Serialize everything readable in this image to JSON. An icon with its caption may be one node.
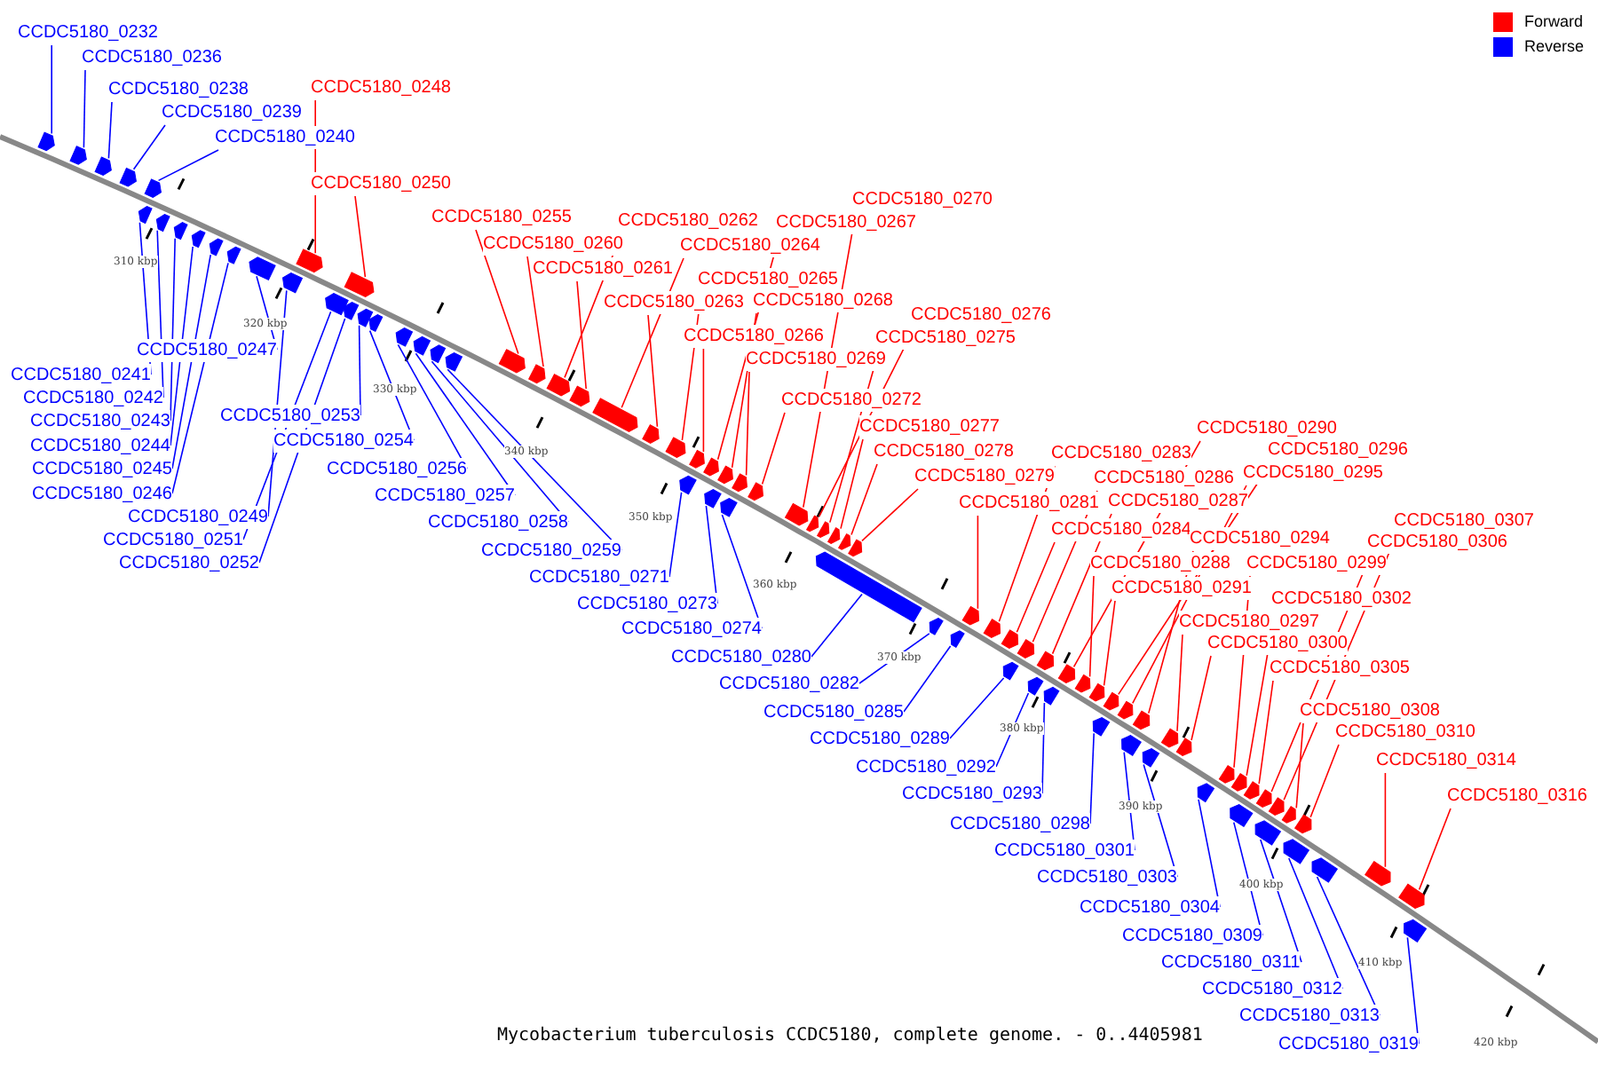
{
  "diagram": {
    "caption": "Mycobacterium tuberculosis CCDC5180, complete genome. - 0..4405981",
    "nodes": [
      {
        "text": [
          "CCDC5180_0232"
        ]
      },
      {
        "text": [
          "CCDC5180_0236"
        ]
      },
      {
        "text": [
          "CCDC5180_0238"
        ]
      },
      {
        "text": [
          "CCDC5180_0239"
        ]
      },
      {
        "text": [
          "CCDC5180_0240"
        ]
      },
      {
        "text": [
          "CCDC5180_0248"
        ]
      },
      {
        "text": [
          "CCDC5180_0250"
        ]
      },
      {
        "text": [
          "CCDC5180_0255"
        ]
      },
      {
        "text": [
          "CCDC5180_0260"
        ]
      },
      {
        "text": [
          "CCDC5180_0261"
        ]
      },
      {
        "text": [
          "CCDC5180_0262"
        ]
      },
      {
        "text": [
          "CCDC5180_0264"
        ]
      },
      {
        "text": [
          "CCDC5180_0263"
        ]
      },
      {
        "text": [
          "CCDC5180_0265"
        ]
      },
      {
        "text": [
          "CCDC5180_0266"
        ]
      },
      {
        "text": [
          "CCDC5180_0267"
        ]
      },
      {
        "text": [
          "CCDC5180_0268"
        ]
      },
      {
        "text": [
          "CCDC5180_0269"
        ]
      },
      {
        "text": [
          "CCDC5180_0270"
        ]
      },
      {
        "text": [
          "CCDC5180_0272"
        ]
      },
      {
        "text": [
          "CCDC5180_0276"
        ]
      },
      {
        "text": [
          "CCDC5180_0275"
        ]
      },
      {
        "text": [
          "CCDC5180_0277"
        ]
      },
      {
        "text": [
          "CCDC5180_0278"
        ]
      },
      {
        "text": [
          "CCDC5180_0279"
        ]
      },
      {
        "text": [
          "CCDC5180_0281"
        ]
      },
      {
        "text": [
          "CCDC5180_0283"
        ]
      },
      {
        "text": [
          "CCDC5180_0284"
        ]
      },
      {
        "text": [
          "CCDC5180_0286"
        ]
      },
      {
        "text": [
          "CCDC5180_0287"
        ]
      },
      {
        "text": [
          "CCDC5180_0290"
        ]
      },
      {
        "text": [
          "CCDC5180_0296"
        ]
      },
      {
        "text": [
          "CCDC5180_0295"
        ]
      },
      {
        "text": [
          "CCDC5180_0294"
        ]
      },
      {
        "text": [
          "CCDC5180_0288"
        ]
      },
      {
        "text": [
          "CCDC5180_0291"
        ]
      },
      {
        "text": [
          "CCDC5180_0297"
        ]
      },
      {
        "text": [
          "CCDC5180_0300"
        ]
      },
      {
        "text": [
          "CCDC5180_0299"
        ]
      },
      {
        "text": [
          "CCDC5180_0302"
        ]
      },
      {
        "text": [
          "CCDC5180_0306"
        ]
      },
      {
        "text": [
          "CCDC5180_0307"
        ]
      },
      {
        "text": [
          "CCDC5180_0305"
        ]
      },
      {
        "text": [
          "CCDC5180_0308"
        ]
      },
      {
        "text": [
          "CCDC5180_0310"
        ]
      },
      {
        "text": [
          "CCDC5180_0314"
        ]
      },
      {
        "text": [
          "CCDC5180_0316"
        ]
      },
      {
        "text": [
          "CCDC5180_0247"
        ]
      },
      {
        "text": [
          "CCDC5180_0241"
        ]
      },
      {
        "text": [
          "CCDC5180_0242"
        ]
      },
      {
        "text": [
          "CCDC5180_0243"
        ]
      },
      {
        "text": [
          "CCDC5180_0244"
        ]
      },
      {
        "text": [
          "CCDC5180_0245"
        ]
      },
      {
        "text": [
          "CCDC5180_0246"
        ]
      },
      {
        "text": [
          "CCDC5180_0249"
        ]
      },
      {
        "text": [
          "CCDC5180_0251"
        ]
      },
      {
        "text": [
          "CCDC5180_0252"
        ]
      },
      {
        "text": [
          "CCDC5180_0253"
        ]
      },
      {
        "text": [
          "CCDC5180_0254"
        ]
      },
      {
        "text": [
          "CCDC5180_0256"
        ]
      },
      {
        "text": [
          "CCDC5180_0257"
        ]
      },
      {
        "text": [
          "CCDC5180_0258"
        ]
      },
      {
        "text": [
          "CCDC5180_0259"
        ]
      },
      {
        "text": [
          "CCDC5180_0271"
        ]
      },
      {
        "text": [
          "CCDC5180_0273"
        ]
      },
      {
        "text": [
          "CCDC5180_0274"
        ]
      },
      {
        "text": [
          "CCDC5180_0280"
        ]
      },
      {
        "text": [
          "CCDC5180_0282"
        ]
      },
      {
        "text": [
          "CCDC5180_0285"
        ]
      },
      {
        "text": [
          "CCDC5180_0289"
        ]
      },
      {
        "text": [
          "CCDC5180_0292"
        ]
      },
      {
        "text": [
          "CCDC5180_0293"
        ]
      },
      {
        "text": [
          "CCDC5180_0298"
        ]
      },
      {
        "text": [
          "CCDC5180_0301"
        ]
      },
      {
        "text": [
          "CCDC5180_0303"
        ]
      },
      {
        "text": [
          "CCDC5180_0304"
        ]
      },
      {
        "text": [
          "CCDC5180_0309"
        ]
      },
      {
        "text": [
          "CCDC5180_0311"
        ]
      },
      {
        "text": [
          "CCDC5180_0312"
        ]
      },
      {
        "text": [
          "CCDC5180_0313"
        ]
      },
      {
        "text": [
          "CCDC5180_0319"
        ]
      },
      {
        "text": [],
        "shape": "pentagon"
      },
      {
        "text": [],
        "shape": "pentagon"
      },
      {
        "text": [],
        "shape": "pentagon"
      },
      {
        "text": [],
        "shape": "pentagon"
      },
      {
        "text": [],
        "shape": "pentagon"
      },
      {
        "text": [],
        "shape": "pentagon"
      },
      {
        "text": [],
        "shape": "pentagon"
      },
      {
        "text": [],
        "shape": "pentagon"
      },
      {
        "text": [],
        "shape": "pentagon"
      },
      {
        "text": [],
        "shape": "pentagon"
      },
      {
        "text": [],
        "shape": "pentagon"
      },
      {
        "text": [],
        "shape": "pentagon"
      },
      {
        "text": [],
        "shape": "pentagon"
      },
      {
        "text": [],
        "shape": "pentagon"
      },
      {
        "text": [],
        "shape": "pentagon"
      },
      {
        "text": [],
        "shape": "pentagon"
      },
      {
        "text": [],
        "shape": "pentagon"
      },
      {
        "text": [],
        "shape": "pentagon"
      },
      {
        "text": [],
        "shape": "pentagon"
      },
      {
        "text": [],
        "shape": "pentagon"
      },
      {
        "text": [],
        "shape": "pentagon"
      },
      {
        "text": [],
        "shape": "pentagon"
      },
      {
        "text": [],
        "shape": "pentagon"
      },
      {
        "text": [],
        "shape": "pentagon"
      },
      {
        "text": [],
        "shape": "pentagon"
      },
      {
        "text": [],
        "shape": "pentagon"
      },
      {
        "text": [],
        "shape": "pentagon"
      },
      {
        "text": [],
        "shape": "pentagon"
      },
      {
        "text": [],
        "shape": "pentagon"
      },
      {
        "text": [],
        "shape": "pentagon"
      },
      {
        "text": [],
        "shape": "pentagon"
      },
      {
        "text": [],
        "shape": "pentagon"
      },
      {
        "text": [],
        "shape": "pentagon"
      },
      {
        "text": [],
        "shape": "pentagon"
      },
      {
        "text": [],
        "shape": "pentagon"
      },
      {
        "text": [],
        "shape": "pentagon"
      },
      {
        "text": [],
        "shape": "pentagon"
      },
      {
        "text": [],
        "shape": "pentagon"
      },
      {
        "text": [],
        "shape": "pentagon"
      },
      {
        "text": [],
        "shape": "pentagon"
      },
      {
        "text": [],
        "shape": "pentagon"
      },
      {
        "text": [],
        "shape": "pentagon"
      },
      {
        "text": [],
        "shape": "pentagon"
      },
      {
        "text": [],
        "shape": "pentagon"
      },
      {
        "text": [],
        "shape": "pentagon"
      },
      {
        "text": [],
        "shape": "pentagon"
      },
      {
        "text": [],
        "shape": "pentagon"
      },
      {
        "text": [],
        "shape": "pentagon"
      },
      {
        "text": [],
        "shape": "pentagon"
      },
      {
        "text": [],
        "shape": "pentagon"
      },
      {
        "text": [],
        "shape": "pentagon"
      },
      {
        "text": [],
        "shape": "pentagon"
      },
      {
        "text": [],
        "shape": "pentagon"
      },
      {
        "text": [],
        "shape": "pentagon"
      },
      {
        "text": [],
        "shape": "pentagon"
      },
      {
        "text": [],
        "shape": "pentagon"
      },
      {
        "text": [],
        "shape": "pentagon"
      },
      {
        "text": [],
        "shape": "pentagon"
      },
      {
        "text": [],
        "shape": "pentagon"
      },
      {
        "text": [],
        "shape": "pentagon"
      },
      {
        "text": [],
        "shape": "pentagon"
      },
      {
        "text": [],
        "shape": "pentagon"
      },
      {
        "text": [],
        "shape": "pentagon"
      },
      {
        "text": [],
        "shape": "pentagon"
      },
      {
        "text": [],
        "shape": "pentagon"
      },
      {
        "text": [],
        "shape": "pentagon"
      },
      {
        "text": [],
        "shape": "pentagon"
      },
      {
        "text": [],
        "shape": "pentagon"
      },
      {
        "text": [],
        "shape": "pentagon"
      },
      {
        "text": [],
        "shape": "pentagon"
      },
      {
        "text": [],
        "shape": "pentagon"
      },
      {
        "text": [],
        "shape": "pentagon"
      },
      {
        "text": [],
        "shape": "pentagon"
      },
      {
        "text": [],
        "shape": "pentagon"
      },
      {
        "text": [],
        "shape": "pentagon"
      },
      {
        "text": [],
        "shape": "pentagon"
      },
      {
        "text": [],
        "shape": "pentagon"
      },
      {
        "text": [],
        "shape": "pentagon"
      },
      {
        "text": [],
        "shape": "pentagon"
      },
      {
        "text": [],
        "shape": "pentagon"
      },
      {
        "text": [],
        "shape": "pentagon"
      }
    ],
    "edges": [
      {
        "from": 0,
        "to": 81,
        "arrow": "none",
        "color": "#0000ff"
      },
      {
        "from": 1,
        "to": 82,
        "arrow": "none",
        "color": "#0000ff"
      },
      {
        "from": 2,
        "to": 83,
        "arrow": "none",
        "color": "#0000ff"
      },
      {
        "from": 3,
        "to": 84,
        "arrow": "none",
        "color": "#0000ff"
      },
      {
        "from": 4,
        "to": 86,
        "arrow": "none",
        "color": "#0000ff"
      },
      {
        "from": 5,
        "to": 94,
        "arrow": "none",
        "color": "#ff0000"
      },
      {
        "from": 6,
        "to": 96,
        "arrow": "none",
        "color": "#ff0000"
      },
      {
        "from": 7,
        "to": 104,
        "arrow": "none",
        "color": "#ff0000"
      },
      {
        "from": 8,
        "to": 105,
        "arrow": "none",
        "color": "#ff0000"
      },
      {
        "from": 9,
        "to": 107,
        "arrow": "none",
        "color": "#ff0000"
      },
      {
        "from": 10,
        "to": 106,
        "arrow": "none",
        "color": "#ff0000"
      },
      {
        "from": 11,
        "to": 108,
        "arrow": "none",
        "color": "#ff0000"
      },
      {
        "from": 12,
        "to": 109,
        "arrow": "none",
        "color": "#ff0000"
      },
      {
        "from": 13,
        "to": 110,
        "arrow": "none",
        "color": "#ff0000"
      },
      {
        "from": 14,
        "to": 112,
        "arrow": "none",
        "color": "#ff0000"
      },
      {
        "from": 15,
        "to": 113,
        "arrow": "none",
        "color": "#ff0000"
      },
      {
        "from": 16,
        "to": 115,
        "arrow": "none",
        "color": "#ff0000"
      },
      {
        "from": 17,
        "to": 117,
        "arrow": "none",
        "color": "#ff0000"
      },
      {
        "from": 18,
        "to": 119,
        "arrow": "none",
        "color": "#ff0000"
      },
      {
        "from": 19,
        "to": 118,
        "arrow": "none",
        "color": "#ff0000"
      },
      {
        "from": 20,
        "to": 120,
        "arrow": "none",
        "color": "#ff0000"
      },
      {
        "from": 21,
        "to": 121,
        "arrow": "none",
        "color": "#ff0000"
      },
      {
        "from": 22,
        "to": 122,
        "arrow": "none",
        "color": "#ff0000"
      },
      {
        "from": 23,
        "to": 123,
        "arrow": "none",
        "color": "#ff0000"
      },
      {
        "from": 24,
        "to": 124,
        "arrow": "none",
        "color": "#ff0000"
      },
      {
        "from": 25,
        "to": 128,
        "arrow": "none",
        "color": "#ff0000"
      },
      {
        "from": 26,
        "to": 129,
        "arrow": "none",
        "color": "#ff0000"
      },
      {
        "from": 27,
        "to": 130,
        "arrow": "none",
        "color": "#ff0000"
      },
      {
        "from": 28,
        "to": 132,
        "arrow": "none",
        "color": "#ff0000"
      },
      {
        "from": 29,
        "to": 133,
        "arrow": "none",
        "color": "#ff0000"
      },
      {
        "from": 30,
        "to": 136,
        "arrow": "none",
        "color": "#ff0000"
      },
      {
        "from": 31,
        "to": 139,
        "arrow": "none",
        "color": "#ff0000"
      },
      {
        "from": 32,
        "to": 141,
        "arrow": "none",
        "color": "#ff0000"
      },
      {
        "from": 33,
        "to": 142,
        "arrow": "none",
        "color": "#ff0000"
      },
      {
        "from": 34,
        "to": 137,
        "arrow": "none",
        "color": "#ff0000"
      },
      {
        "from": 35,
        "to": 138,
        "arrow": "none",
        "color": "#ff0000"
      },
      {
        "from": 36,
        "to": 145,
        "arrow": "none",
        "color": "#ff0000"
      },
      {
        "from": 37,
        "to": 146,
        "arrow": "none",
        "color": "#ff0000"
      },
      {
        "from": 38,
        "to": 148,
        "arrow": "none",
        "color": "#ff0000"
      },
      {
        "from": 39,
        "to": 149,
        "arrow": "none",
        "color": "#ff0000"
      },
      {
        "from": 40,
        "to": 152,
        "arrow": "none",
        "color": "#ff0000"
      },
      {
        "from": 41,
        "to": 153,
        "arrow": "none",
        "color": "#ff0000"
      },
      {
        "from": 42,
        "to": 150,
        "arrow": "none",
        "color": "#ff0000"
      },
      {
        "from": 43,
        "to": 155,
        "arrow": "none",
        "color": "#ff0000"
      },
      {
        "from": 44,
        "to": 156,
        "arrow": "none",
        "color": "#ff0000"
      },
      {
        "from": 45,
        "to": 159,
        "arrow": "none",
        "color": "#ff0000"
      },
      {
        "from": 46,
        "to": 160,
        "arrow": "none",
        "color": "#ff0000"
      },
      {
        "from": 47,
        "to": 92,
        "arrow": "none",
        "color": "#0000ff"
      },
      {
        "from": 48,
        "to": 85,
        "arrow": "none",
        "color": "#0000ff"
      },
      {
        "from": 49,
        "to": 87,
        "arrow": "none",
        "color": "#0000ff"
      },
      {
        "from": 50,
        "to": 88,
        "arrow": "none",
        "color": "#0000ff"
      },
      {
        "from": 51,
        "to": 89,
        "arrow": "none",
        "color": "#0000ff"
      },
      {
        "from": 52,
        "to": 90,
        "arrow": "none",
        "color": "#0000ff"
      },
      {
        "from": 53,
        "to": 91,
        "arrow": "none",
        "color": "#0000ff"
      },
      {
        "from": 54,
        "to": 93,
        "arrow": "none",
        "color": "#0000ff"
      },
      {
        "from": 55,
        "to": 95,
        "arrow": "none",
        "color": "#0000ff"
      },
      {
        "from": 56,
        "to": 97,
        "arrow": "none",
        "color": "#0000ff"
      },
      {
        "from": 57,
        "to": 98,
        "arrow": "none",
        "color": "#0000ff"
      },
      {
        "from": 58,
        "to": 99,
        "arrow": "none",
        "color": "#0000ff"
      },
      {
        "from": 59,
        "to": 100,
        "arrow": "none",
        "color": "#0000ff"
      },
      {
        "from": 60,
        "to": 101,
        "arrow": "none",
        "color": "#0000ff"
      },
      {
        "from": 61,
        "to": 102,
        "arrow": "none",
        "color": "#0000ff"
      },
      {
        "from": 62,
        "to": 103,
        "arrow": "none",
        "color": "#0000ff"
      },
      {
        "from": 63,
        "to": 111,
        "arrow": "none",
        "color": "#0000ff"
      },
      {
        "from": 64,
        "to": 114,
        "arrow": "none",
        "color": "#0000ff"
      },
      {
        "from": 65,
        "to": 116,
        "arrow": "none",
        "color": "#0000ff"
      },
      {
        "from": 66,
        "to": 125,
        "arrow": "none",
        "color": "#0000ff"
      },
      {
        "from": 67,
        "to": 126,
        "arrow": "none",
        "color": "#0000ff"
      },
      {
        "from": 68,
        "to": 127,
        "arrow": "none",
        "color": "#0000ff"
      },
      {
        "from": 69,
        "to": 131,
        "arrow": "none",
        "color": "#0000ff"
      },
      {
        "from": 70,
        "to": 134,
        "arrow": "none",
        "color": "#0000ff"
      },
      {
        "from": 71,
        "to": 135,
        "arrow": "none",
        "color": "#0000ff"
      },
      {
        "from": 72,
        "to": 140,
        "arrow": "none",
        "color": "#0000ff"
      },
      {
        "from": 73,
        "to": 143,
        "arrow": "none",
        "color": "#0000ff"
      },
      {
        "from": 74,
        "to": 144,
        "arrow": "none",
        "color": "#0000ff"
      },
      {
        "from": 75,
        "to": 147,
        "arrow": "none",
        "color": "#0000ff"
      },
      {
        "from": 76,
        "to": 151,
        "arrow": "none",
        "color": "#0000ff"
      },
      {
        "from": 77,
        "to": 154,
        "arrow": "none",
        "color": "#0000ff"
      },
      {
        "from": 78,
        "to": 157,
        "arrow": "none",
        "color": "#0000ff"
      },
      {
        "from": 79,
        "to": 158,
        "arrow": "none",
        "color": "#0000ff"
      },
      {
        "from": 80,
        "to": 161,
        "arrow": "none",
        "color": "#0000ff"
      }
    ],
    "labels": [
      "310 kbp",
      "320 kbp",
      "330 kbp",
      "340 kbp",
      "350 kbp",
      "360 kbp",
      "370 kbp",
      "380 kbp",
      "390 kbp",
      "400 kbp",
      "410 kbp",
      "420 kbp"
    ],
    "legend": [
      {
        "text": "Forward",
        "color": "#ff0000"
      },
      {
        "text": "Reverse",
        "color": "#0000ff"
      }
    ]
  }
}
